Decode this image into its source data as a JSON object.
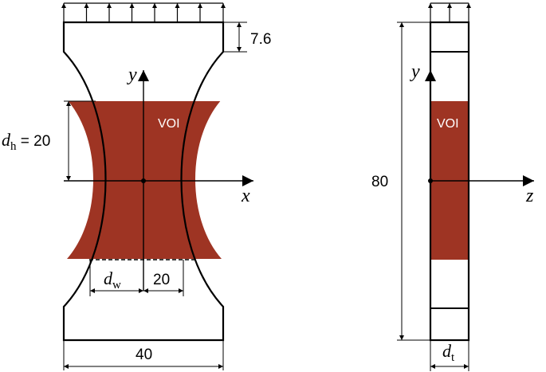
{
  "colors": {
    "voi_fill": "#9E3423",
    "line": "#000000",
    "background": "#ffffff",
    "label_on_voi": "#ffffff"
  },
  "front_view": {
    "voi_label": "VOI",
    "y_axis_label": "y",
    "x_axis_label": "x",
    "dim_grip_height": "7.6",
    "dim_dh_symbol": "d",
    "dim_dh_subscript": "h",
    "dim_dh_value": " = 20",
    "dim_dw_symbol": "d",
    "dim_dw_subscript": "w",
    "dim_half_width": "20",
    "dim_total_width": "40"
  },
  "side_view": {
    "voi_label": "VOI",
    "y_axis_label": "y",
    "z_axis_label": "z",
    "dim_length": "80",
    "dim_dt_symbol": "d",
    "dim_dt_subscript": "t"
  },
  "load_arrows": {
    "front_count": 8,
    "side_count": 3
  }
}
